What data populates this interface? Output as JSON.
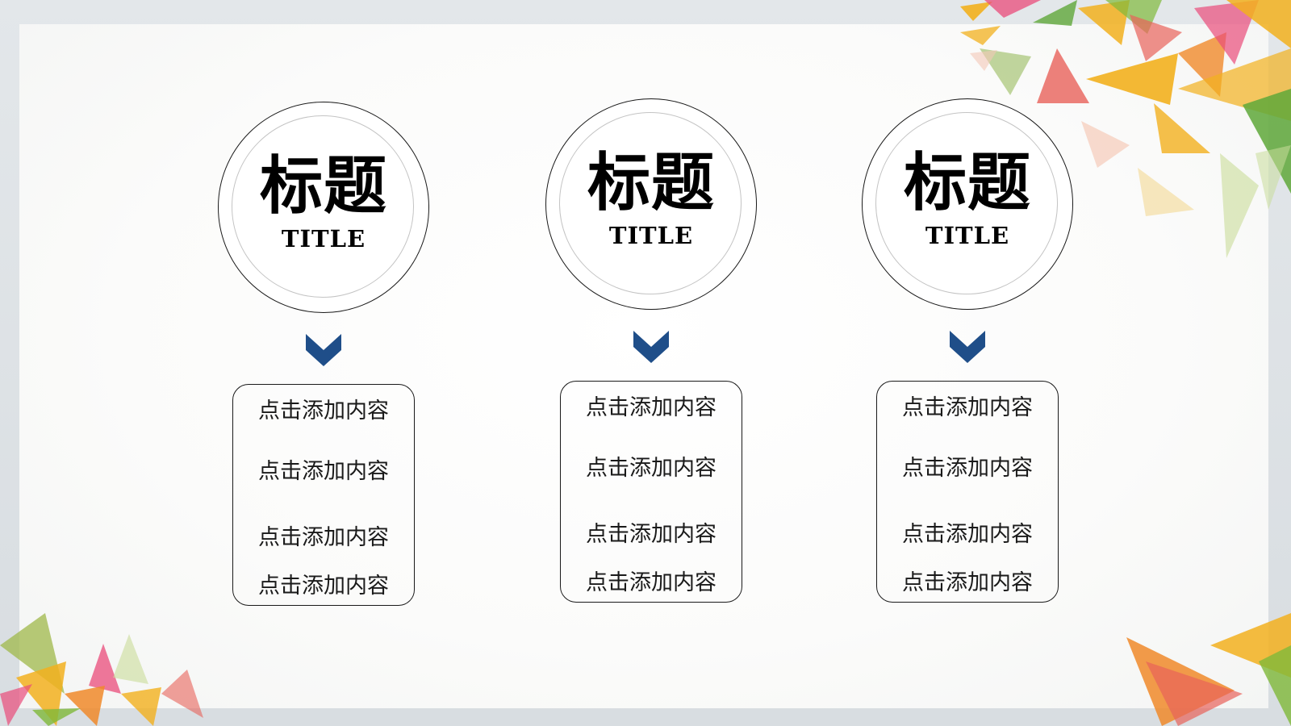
{
  "slide": {
    "background_color": "#dde2e6",
    "panel_color": "#fbfbfa",
    "accent_color": "#1f4e89",
    "decoration_colors": [
      "#f2b01e",
      "#e8625a",
      "#e94b7a",
      "#7fb93a",
      "#f08a2a",
      "#c9dc9a"
    ]
  },
  "columns": [
    {
      "title_cn": "标题",
      "title_en": "TITLE",
      "arrow_icon": "chevron-down-icon",
      "items": [
        "点击添加内容",
        "点击添加内容",
        "点击添加内容",
        "点击添加内容"
      ]
    },
    {
      "title_cn": "标题",
      "title_en": "TITLE",
      "arrow_icon": "chevron-down-icon",
      "items": [
        "点击添加内容",
        "点击添加内容",
        "点击添加内容",
        "点击添加内容"
      ]
    },
    {
      "title_cn": "标题",
      "title_en": "TITLE",
      "arrow_icon": "chevron-down-icon",
      "items": [
        "点击添加内容",
        "点击添加内容",
        "点击添加内容",
        "点击添加内容"
      ]
    }
  ]
}
